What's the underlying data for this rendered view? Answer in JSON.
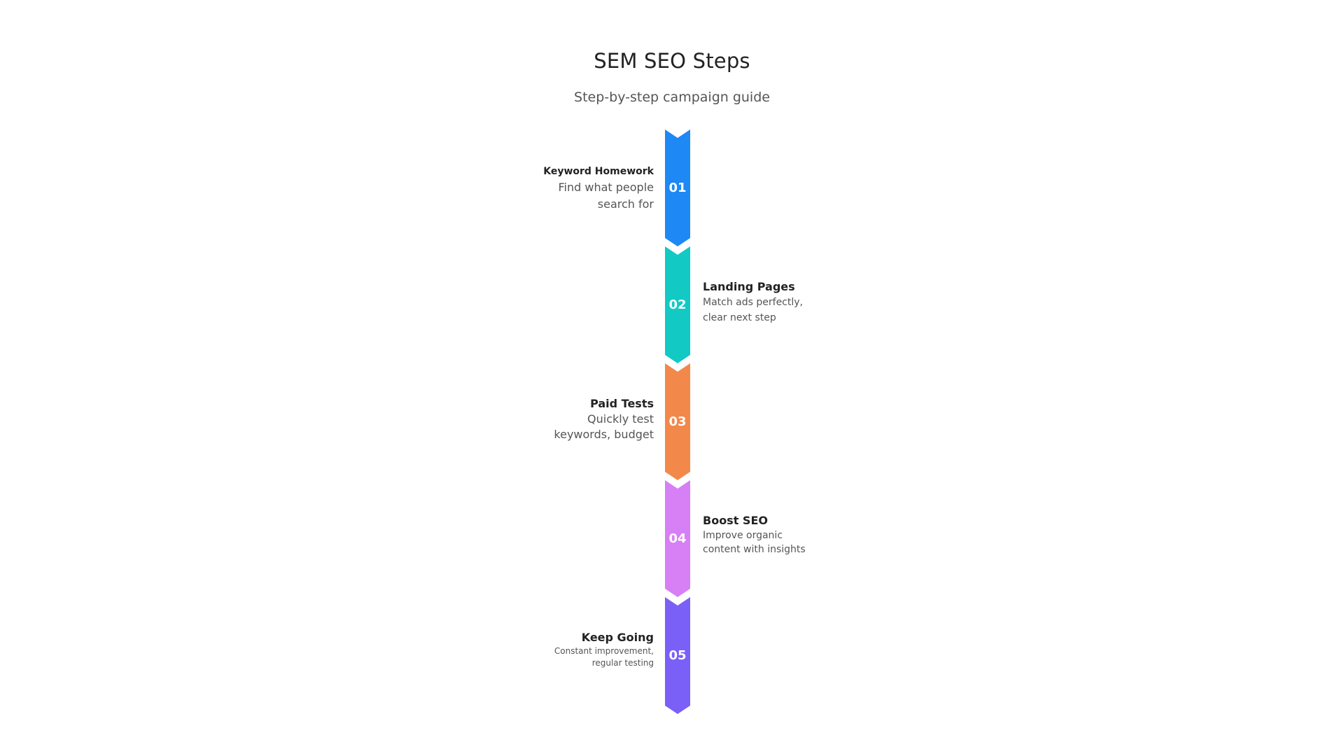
{
  "header": {
    "title": "SEM SEO Steps",
    "subtitle": "Step-by-step campaign guide"
  },
  "steps": [
    {
      "number": "01",
      "title": "Keyword Homework",
      "description": "Find what people search for",
      "side": "left",
      "color": "#1e88f5"
    },
    {
      "number": "02",
      "title": "Landing Pages",
      "description": "Match ads perfectly, clear next step",
      "side": "right",
      "color": "#12c9c4"
    },
    {
      "number": "03",
      "title": "Paid Tests",
      "description": "Quickly test keywords, budget",
      "side": "left",
      "color": "#f2884a"
    },
    {
      "number": "04",
      "title": "Boost SEO",
      "description": "Improve organic content with insights",
      "side": "right",
      "color": "#d77ff4"
    },
    {
      "number": "05",
      "title": "Keep Going",
      "description": "Constant improvement, regular testing",
      "side": "left",
      "color": "#7a60f7"
    }
  ]
}
